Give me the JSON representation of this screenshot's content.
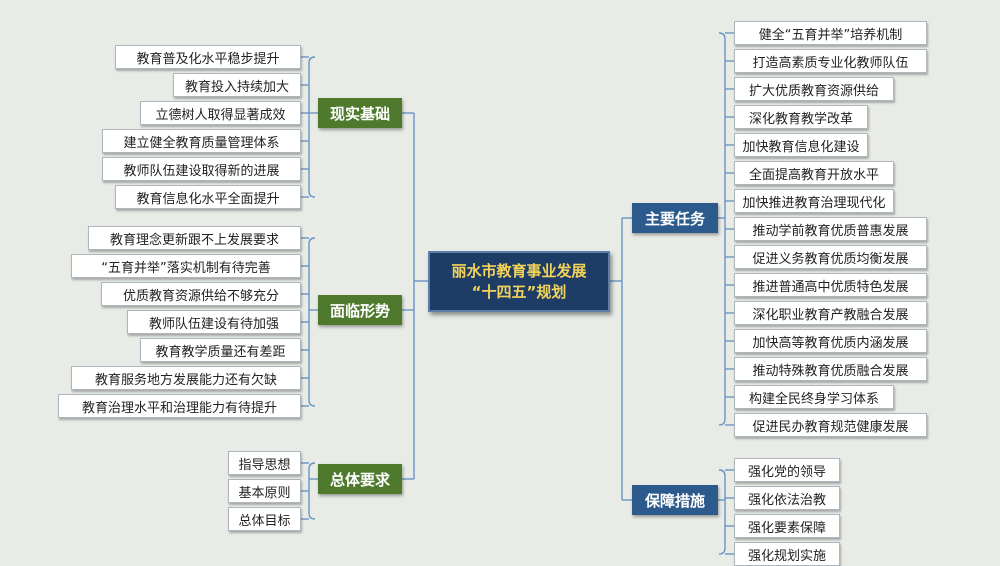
{
  "colors": {
    "connector": "#6a93c3",
    "green_node": "#4f7a2d",
    "blue_node": "#2d5a8c",
    "center_bg": "#1d3d66",
    "center_text": "#f3d35a"
  },
  "center": {
    "line1": "丽水市教育事业发展",
    "line2": "“十四五”规划"
  },
  "branches": {
    "xianshi": {
      "label": "现实基础",
      "items": [
        "教育普及化水平稳步提升",
        "教育投入持续加大",
        "立德树人取得显著成效",
        "建立健全教育质量管理体系",
        "教师队伍建设取得新的进展",
        "教育信息化水平全面提升"
      ]
    },
    "mianlin": {
      "label": "面临形势",
      "items": [
        "教育理念更新跟不上发展要求",
        "“五育并举”落实机制有待完善",
        "优质教育资源供给不够充分",
        "教师队伍建设有待加强",
        "教育教学质量还有差距",
        "教育服务地方发展能力还有欠缺",
        "教育治理水平和治理能力有待提升"
      ]
    },
    "zongti": {
      "label": "总体要求",
      "items": [
        "指导思想",
        "基本原则",
        "总体目标"
      ]
    },
    "zhuyao": {
      "label": "主要任务",
      "items": [
        "健全“五育并举”培养机制",
        "打造高素质专业化教师队伍",
        "扩大优质教育资源供给",
        "深化教育教学改革",
        "加快教育信息化建设",
        "全面提高教育开放水平",
        "加快推进教育治理现代化",
        "推动学前教育优质普惠发展",
        "促进义务教育优质均衡发展",
        "推进普通高中优质特色发展",
        "深化职业教育产教融合发展",
        "加快高等教育优质内涵发展",
        "推动特殊教育优质融合发展",
        "构建全民终身学习体系",
        "促进民办教育规范健康发展"
      ]
    },
    "baozhang": {
      "label": "保障措施",
      "items": [
        "强化党的领导",
        "强化依法治教",
        "强化要素保障",
        "强化规划实施"
      ]
    }
  }
}
